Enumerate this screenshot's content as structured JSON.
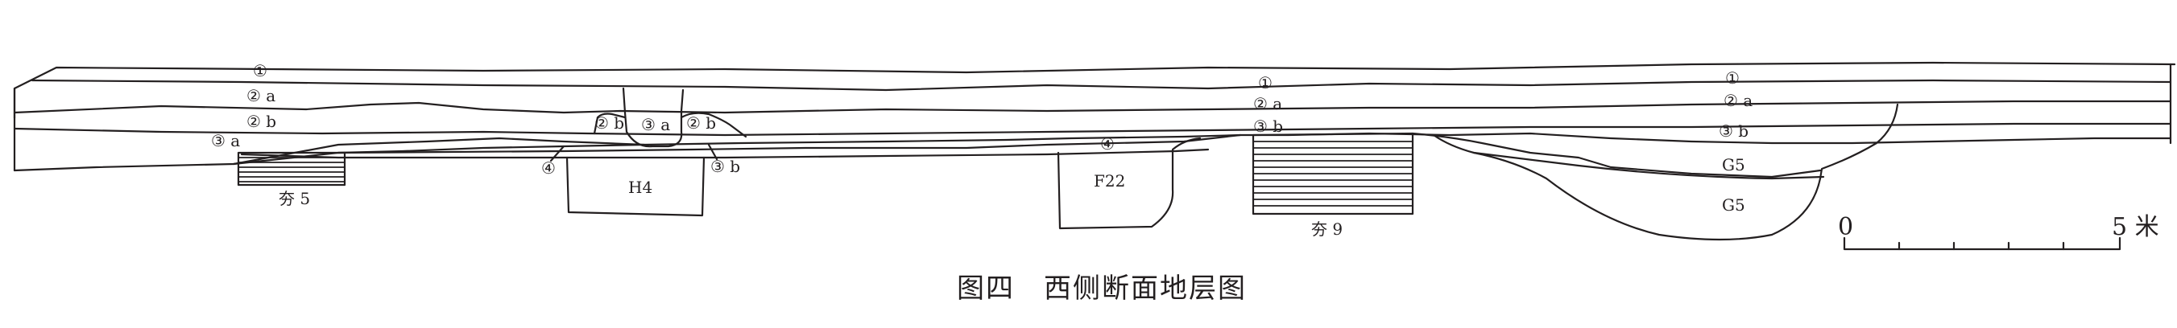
{
  "caption": "图四　西侧断面地层图",
  "layer_labels": {
    "l1_a": "①",
    "l1_b": "①",
    "l1_c": "①",
    "l2a_a": "② a",
    "l2a_b": "② a",
    "l2a_c": "② a",
    "l2b_a": "② b",
    "l2b_b": "② b",
    "l2b_c": "② b",
    "l3a_a": "③ a",
    "l3a_b": "③ a",
    "l3b_a": "③ b",
    "l3b_b": "③ b",
    "l3b_c": "③ b",
    "l4_a": "④",
    "l4_b": "④"
  },
  "features": {
    "kang5": "夯 5",
    "h4": "H4",
    "f22": "F22",
    "kang9": "夯 9",
    "g5_upper": "G5",
    "g5_lower": "G5"
  },
  "scale_bar": {
    "start_label": "0",
    "end_label": "5 米"
  }
}
